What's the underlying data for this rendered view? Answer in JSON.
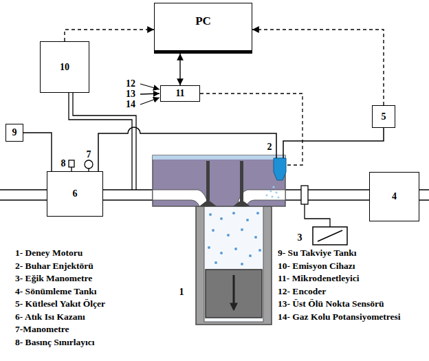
{
  "diagram": {
    "nodes": [
      {
        "text": [
          "PC"
        ]
      },
      {
        "text": [
          "10"
        ]
      },
      {
        "text": [
          "11"
        ]
      },
      {
        "text": [
          "5"
        ]
      },
      {
        "text": [
          "9"
        ]
      },
      {
        "text": [
          "6"
        ]
      },
      {
        "text": [
          "4"
        ]
      }
    ],
    "edges": [
      {
        "from": 1,
        "to": 0,
        "arrow": "to"
      },
      {
        "from": 2,
        "to": 0,
        "arrow": "both"
      },
      {
        "from": 3,
        "to": 0,
        "arrow": "to"
      },
      {
        "from": 4,
        "to": 5,
        "arrow": "none"
      }
    ],
    "labels": [
      "12",
      "13",
      "14",
      "8",
      "7",
      "2",
      "3",
      "1",
      "1- Deney Motoru",
      "2- Buhar Enjektörü",
      "3- Eğik Manometre",
      "4- Sönümleme Tankı",
      "5- Kütlesel Yakıt Ölçer",
      "6- Atık Isı Kazanı",
      "7-Manometre",
      "8- Basınç Sınırlayıcı",
      "9- Su Takviye Tankı",
      "10- Emisyon Cihazı",
      "11- Mikrodenetleyici",
      "12- Encoder",
      "13- Üst Ölü Nokta Sensörü",
      "14- Gaz Kolu Potansiyometresi"
    ]
  }
}
